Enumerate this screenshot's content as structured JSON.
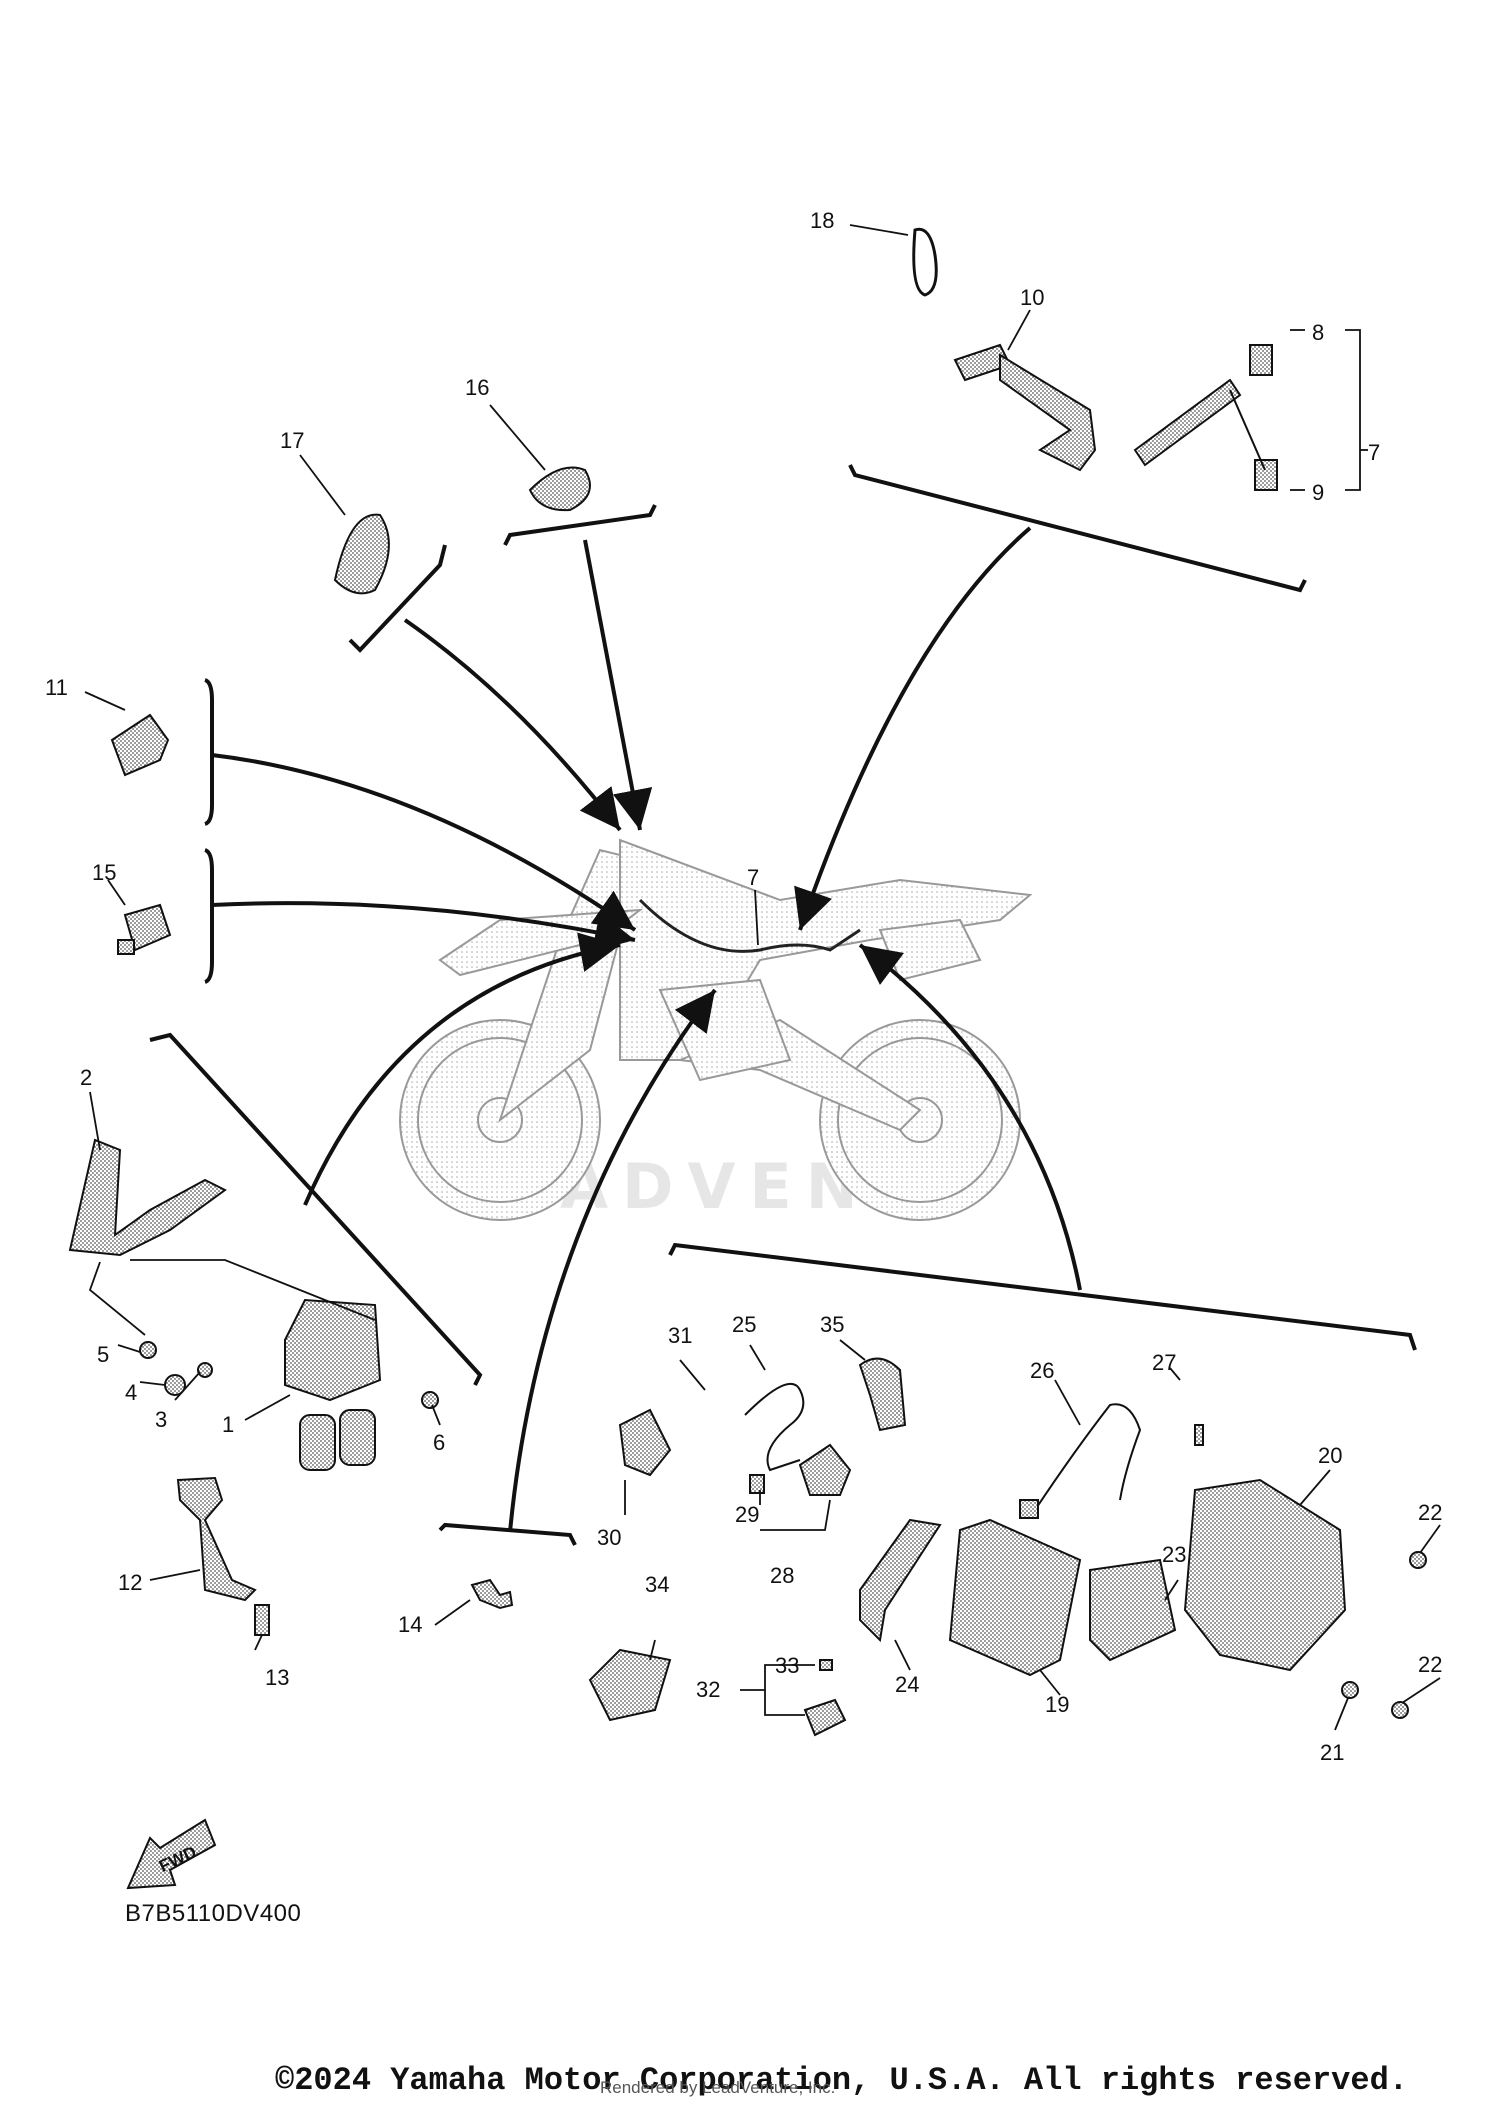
{
  "diagram": {
    "callouts": [
      "1",
      "2",
      "3",
      "4",
      "5",
      "6",
      "7",
      "8",
      "9",
      "10",
      "11",
      "12",
      "13",
      "14",
      "15",
      "16",
      "17",
      "18",
      "19",
      "20",
      "21",
      "22",
      "23",
      "24",
      "25",
      "26",
      "27",
      "28",
      "29",
      "30",
      "31",
      "32",
      "33",
      "34",
      "35"
    ],
    "diagram_code": "B7B5110DV400",
    "fwd_label": "FWD",
    "watermark": "ADVENT",
    "copyright": "©2024 Yamaha Motor Corporation, U.S.A. All rights reserved.",
    "rendered_by": "Rendered by LeadVenture, Inc."
  },
  "colors": {
    "line": "#111111",
    "part_fill": "#bdbdbd",
    "bike_fill": "#d9d9d9"
  }
}
